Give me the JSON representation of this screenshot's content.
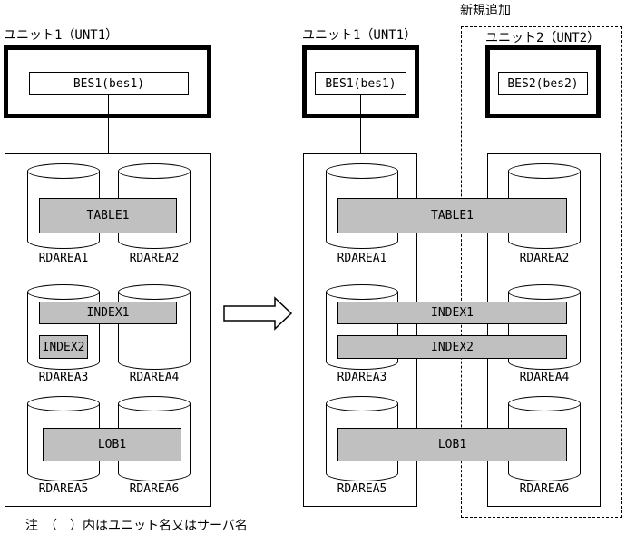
{
  "note": "注　（　）内はユニット名又はサーバ名",
  "new_addition_label": "新規追加",
  "colors": {
    "object_fill": "#c0c0c0",
    "line": "#000000",
    "background": "#ffffff"
  },
  "before": {
    "unit": {
      "label": "ユニット1（UNT1）",
      "server": "BES1(bes1)"
    },
    "objects": {
      "table1": "TABLE1",
      "index1": "INDEX1",
      "index2": "INDEX2",
      "lob1": "LOB1"
    },
    "rdareas": [
      "RDAREA1",
      "RDAREA2",
      "RDAREA3",
      "RDAREA4",
      "RDAREA5",
      "RDAREA6"
    ]
  },
  "after": {
    "unit1": {
      "label": "ユニット1（UNT1）",
      "server": "BES1(bes1)",
      "rdareas": [
        "RDAREA1",
        "RDAREA3",
        "RDAREA5"
      ]
    },
    "unit2": {
      "label": "ユニット2（UNT2）",
      "server": "BES2(bes2)",
      "rdareas": [
        "RDAREA2",
        "RDAREA4",
        "RDAREA6"
      ]
    },
    "objects": {
      "table1": "TABLE1",
      "index1": "INDEX1",
      "index2": "INDEX2",
      "lob1": "LOB1"
    }
  }
}
